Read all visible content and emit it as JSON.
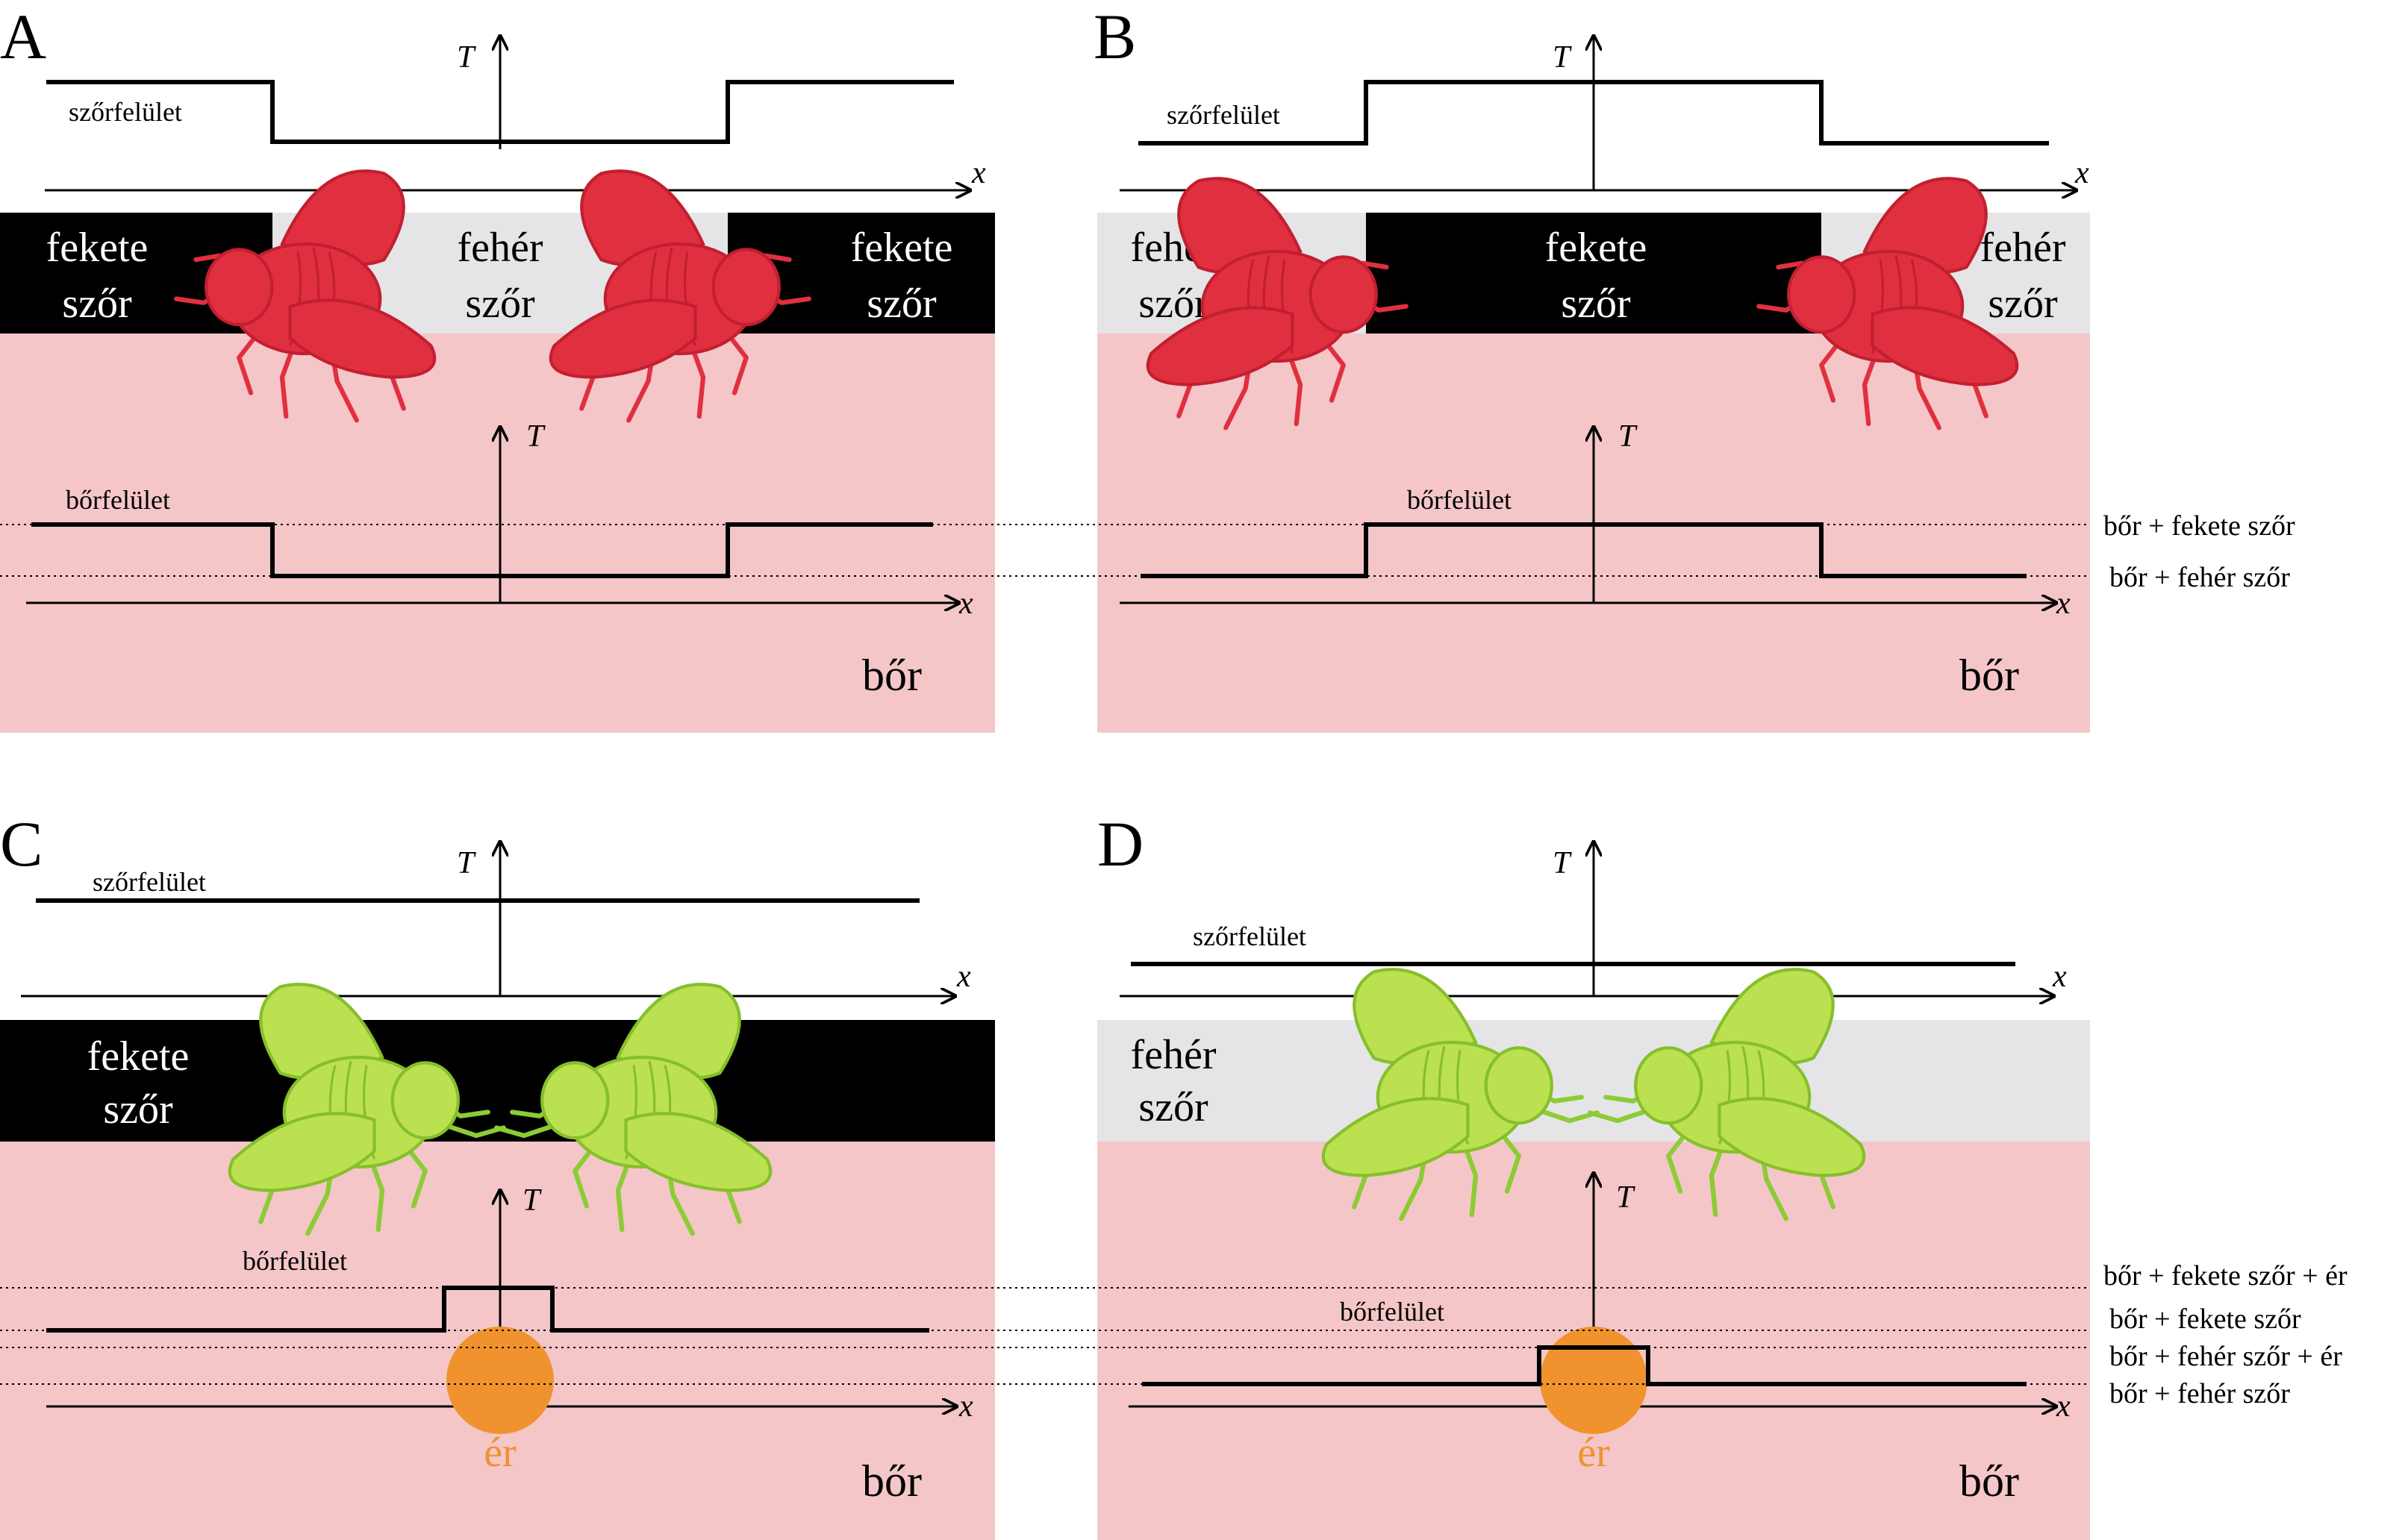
{
  "colors": {
    "skin": "#f4c6c8",
    "black_fur": "#000000",
    "white_fur": "#e5e5e8",
    "fly_red": "#e03040",
    "fly_red_stroke": "#c21f30",
    "fly_green": "#bbe050",
    "fly_green_stroke": "#86bf2c",
    "vessel": "#f0922e",
    "line": "#000000"
  },
  "panels": [
    {
      "id": "A",
      "letter": "A",
      "fur_label": "szőrfelület",
      "skin_label": "bőrfelület",
      "axis_t": "T",
      "axis_x": "x",
      "region_labels": [
        [
          "fekete",
          "szőr"
        ],
        [
          "fehér",
          "szőr"
        ],
        [
          "fekete",
          "szőr"
        ]
      ],
      "skin_word": "bőr",
      "fly_type": "red",
      "fly_names": [
        "fly-left-icon",
        "fly-right-icon"
      ]
    },
    {
      "id": "B",
      "letter": "B",
      "fur_label": "szőrfelület",
      "skin_label": "bőrfelület",
      "axis_t": "T",
      "axis_x": "x",
      "region_labels": [
        [
          "fehér",
          "szőr"
        ],
        [
          "fekete",
          "szőr"
        ],
        [
          "fehér",
          "szőr"
        ]
      ],
      "skin_word": "bőr",
      "fly_type": "red"
    },
    {
      "id": "C",
      "letter": "C",
      "fur_label": "szőrfelület",
      "skin_label": "bőrfelület",
      "axis_t": "T",
      "axis_x": "x",
      "region_labels": [
        [
          "fekete",
          "szőr"
        ]
      ],
      "skin_word": "bőr",
      "vessel_label": "ér",
      "fly_type": "green"
    },
    {
      "id": "D",
      "letter": "D",
      "fur_label": "szőrfelület",
      "skin_label": "bőrfelület",
      "axis_t": "T",
      "axis_x": "x",
      "region_labels": [
        [
          "fehér",
          "szőr"
        ]
      ],
      "skin_word": "bőr",
      "vessel_label": "ér",
      "fly_type": "green"
    }
  ],
  "reference_levels_top": [
    "bőr + fekete szőr",
    "bőr + fehér szőr"
  ],
  "reference_levels_bottom": [
    "bőr + fekete szőr + ér",
    "bőr + fekete szőr",
    "bőr + fehér szőr + ér",
    "bőr + fehér szőr"
  ]
}
